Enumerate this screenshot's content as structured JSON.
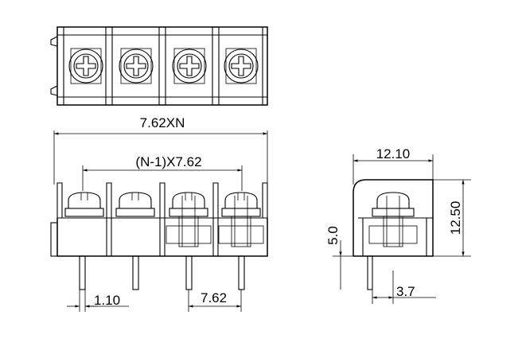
{
  "drawing": {
    "labels": {
      "overall_width": "7.62XN",
      "pitch_span": "(N-1)X7.62",
      "pin_width": "1.10",
      "pitch": "7.62",
      "depth": "12.10",
      "height": "12.50",
      "pin_offset": "5.0",
      "pin_position": "3.7"
    },
    "positions_in_top_view": 4,
    "positions_in_front_view": 4
  }
}
